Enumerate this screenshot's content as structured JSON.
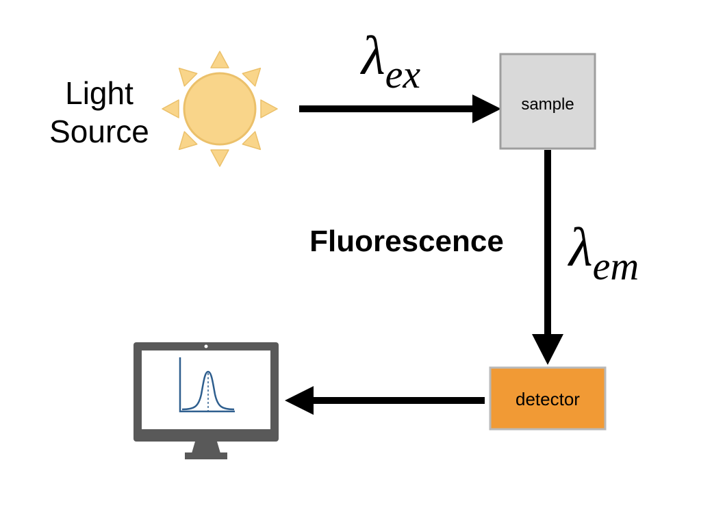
{
  "light_source": {
    "line1": "Light",
    "line2": "Source"
  },
  "sample": {
    "label": "sample"
  },
  "detector": {
    "label": "detector"
  },
  "process": {
    "label": "Fluorescence"
  },
  "excitation": {
    "symbol": "λ",
    "subscript": "ex"
  },
  "emission": {
    "symbol": "λ",
    "subscript": "em"
  },
  "colors": {
    "sun_fill": "#F9D58A",
    "sun_stroke": "#EBC06A",
    "sample_fill": "#D9D9D9",
    "sample_stroke": "#9E9E9E",
    "detector_fill": "#F19A35",
    "detector_stroke": "#B9B9B9",
    "monitor_frame": "#595959",
    "curve": "#2E5E8E",
    "arrow": "#000000"
  }
}
